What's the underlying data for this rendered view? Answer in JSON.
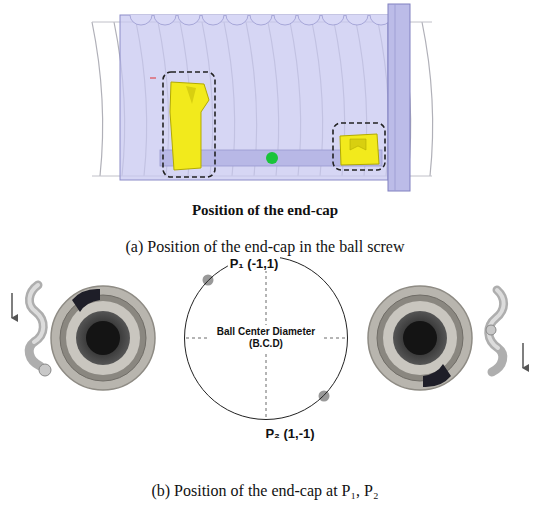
{
  "diagram": {
    "nodes": [
      {
        "text": [
          "Ball Center Diameter (B.C.D)"
        ]
      }
    ],
    "labels": [
      "Position of the end-cap",
      "(a) Position of the end-cap in the ball screw",
      "P₁ (-1,1)",
      "P₂ (1,-1)",
      "(b) Position of the end-cap at P₁, P₂"
    ]
  }
}
